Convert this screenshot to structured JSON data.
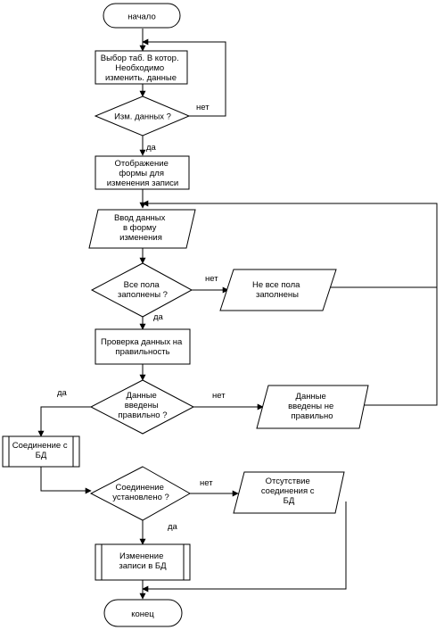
{
  "nodes": {
    "start": "начало",
    "select_table": [
      "Выбор таб.  В котор.",
      "Необходимо",
      "изменить. данные"
    ],
    "edit_data_q": "Изм. данных ?",
    "show_form": [
      "Отображение",
      "формы для",
      "изменения записи"
    ],
    "input_data": [
      "Ввод данных",
      "в форму",
      "изменения"
    ],
    "all_filled_q": [
      "Все пола",
      "заполнены ?"
    ],
    "not_all_filled": [
      "Не все пола",
      "заполнены"
    ],
    "check_data": [
      "Проверка данных на",
      "правильность"
    ],
    "data_correct_q": [
      "Данные",
      "введены",
      "правильно ?"
    ],
    "data_incorrect": [
      "Данные",
      "введены не",
      "правильно"
    ],
    "connect_db": [
      "Соединение с",
      "БД"
    ],
    "connected_q": [
      "Соединение",
      "установлено ?"
    ],
    "no_connection": [
      "Отсутствие",
      "соединения с",
      "БД"
    ],
    "update_record": [
      "Изменение",
      "записи в БД"
    ],
    "end": "конец"
  },
  "edge_labels": {
    "edit_no": "нет",
    "edit_yes": "да",
    "filled_no": "нет",
    "filled_yes": "да",
    "correct_yes": "да",
    "correct_no": "нет",
    "connected_no": "нет",
    "connected_yes": "да"
  }
}
